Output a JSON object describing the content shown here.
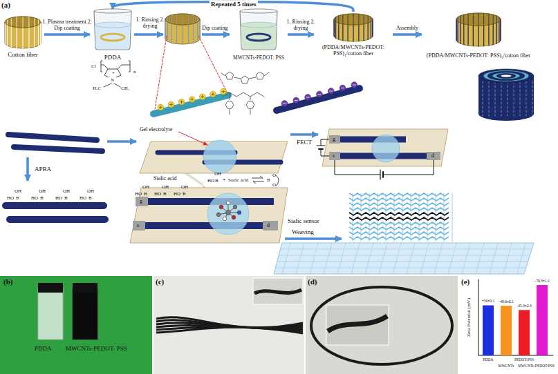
{
  "diagram": {
    "nodes": [
      {
        "text": [
          "Cotton fiber"
        ]
      },
      {
        "text": [
          "PDDA"
        ]
      },
      {
        "text": [
          "MWCNTs-PEDOT: PSS"
        ]
      },
      {
        "text": [
          "(PDDA/MWCNTs-PEDOT: PSS)₁/cotton fiber"
        ]
      },
      {
        "text": [
          "(PDDA/MWCNTs-PEDOT: PSS)₅/cotton fiber"
        ]
      },
      {
        "text": [
          "Gel electrolyte"
        ]
      },
      {
        "text": [
          "g",
          "s",
          "d"
        ]
      },
      {
        "text": [
          "g",
          "s",
          "d",
          "Sialic sensor"
        ]
      }
    ],
    "edges": [
      {
        "from": 0,
        "to": 1,
        "arrow": "to",
        "label": "1. Plasma treatment 2. Dip coating"
      },
      {
        "from": 2,
        "to": 3,
        "arrow": "to",
        "label": "1. Rinsing 2. drying"
      },
      {
        "from": 3,
        "to": 4,
        "arrow": "to",
        "label": "Assembly"
      },
      {
        "from": 3,
        "to": 1,
        "arrow": "to",
        "label": "Repeated 5 times"
      },
      {
        "from": 5,
        "to": 6,
        "arrow": "to",
        "label": "FECT"
      }
    ],
    "labels": [
      "(a)",
      "1. Rinsing 2. drying",
      "Dip coating",
      "Cl",
      "+",
      "N",
      "H₃C",
      "CH₃",
      "n",
      "APBA",
      "HO",
      "B",
      "OH",
      "HO",
      "B",
      "OH",
      "HO",
      "B",
      "OH",
      "HO",
      "B",
      "OH",
      "Sialic acid",
      "HO",
      "B",
      "OH",
      "HO",
      "B",
      "OH",
      "HO",
      "B",
      "OH",
      "HO",
      "B",
      "OH",
      "+",
      "Sialic acid",
      "B",
      "O",
      "O",
      "Weaving",
      "(b)",
      "PDDA",
      "MWCNTs-PEDOT: PSS",
      "(c)",
      "(d)",
      "(e)",
      "+50±0.1",
      "-49.6±0.1",
      "-45.3±2.3",
      "-70.3±1.2",
      "PDDA",
      "MWCNTs",
      "PEDOT:PSS",
      "MWCNTs-PEDOT:PSS",
      "Zeta Potential (mV)"
    ]
  }
}
